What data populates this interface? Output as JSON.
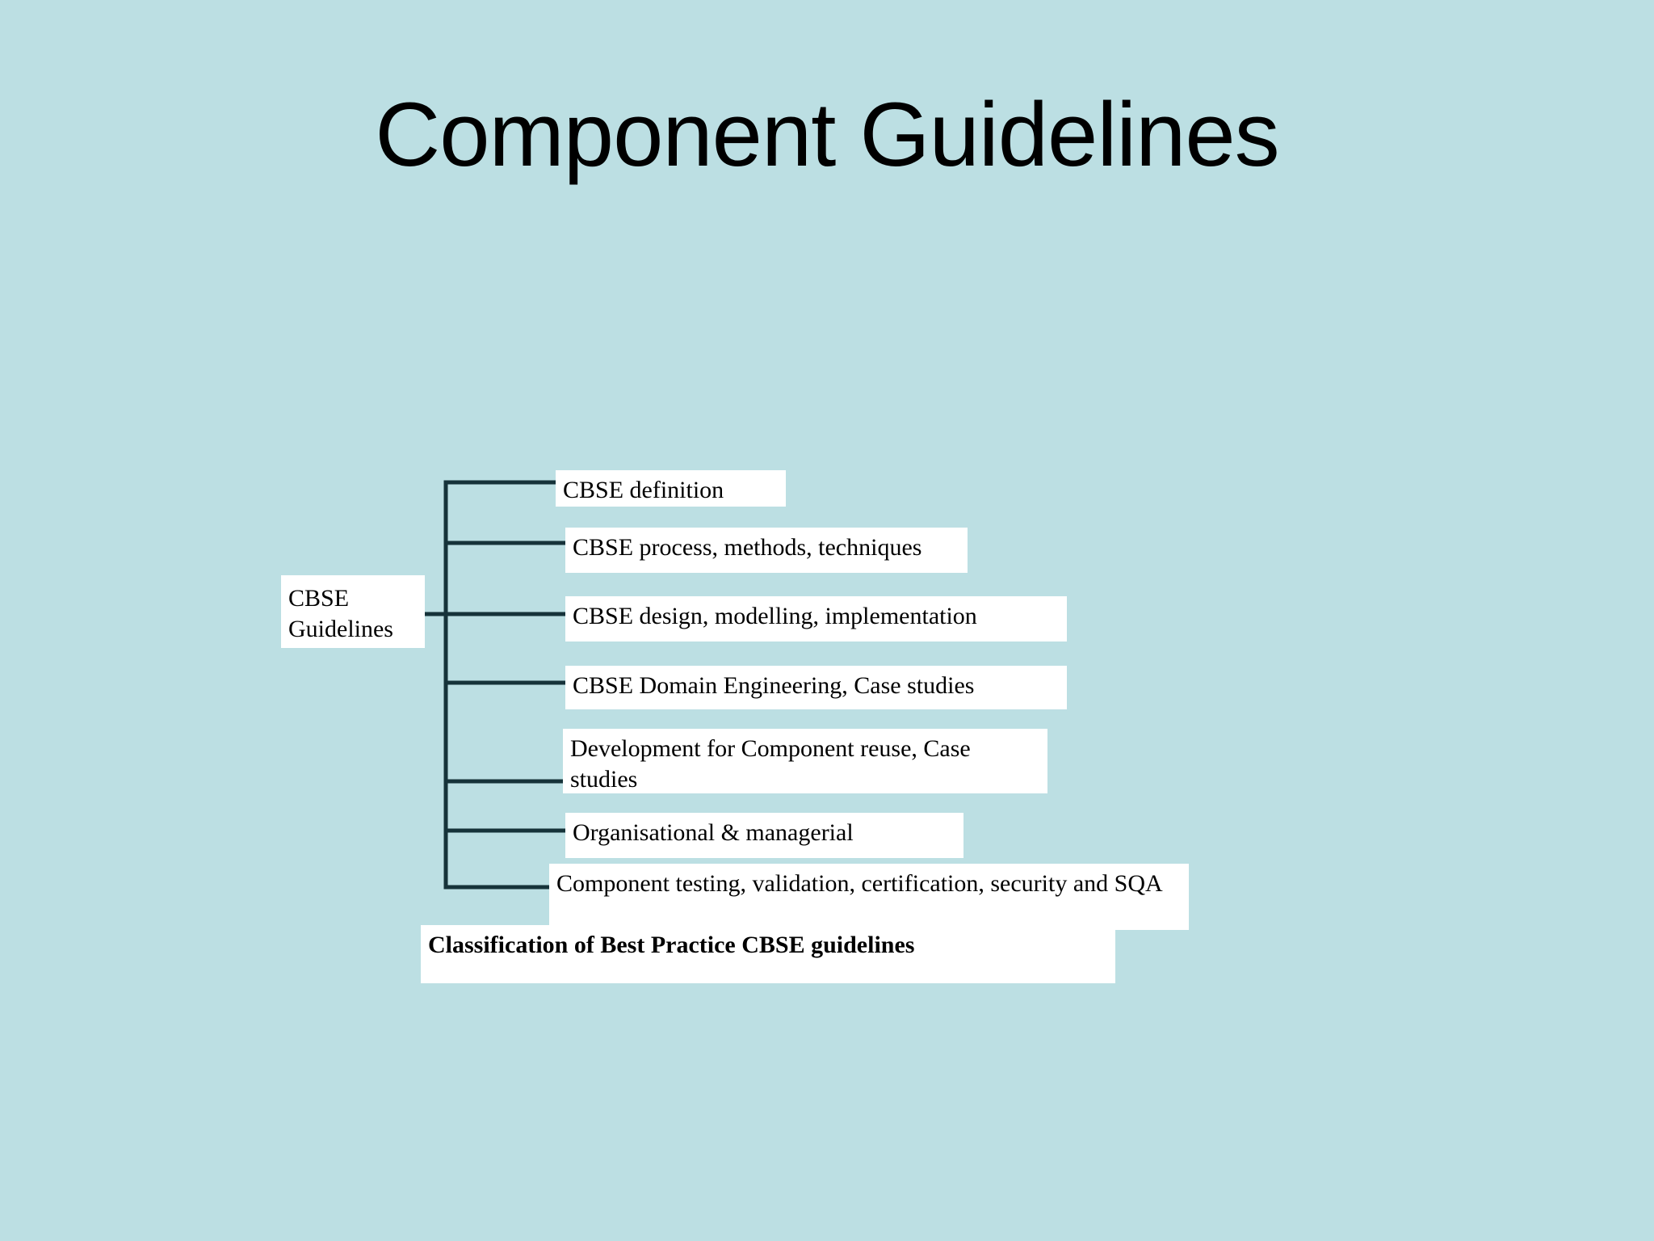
{
  "slide": {
    "title": "Component Guidelines",
    "background_color": "#bcdfe3",
    "box_fill_color": "#ffffff",
    "line_color": "#16333a",
    "text_color": "#000000"
  },
  "diagram": {
    "type": "tree",
    "root": {
      "line1": "CBSE",
      "line2": "Guidelines"
    },
    "branches": [
      {
        "label": "CBSE definition"
      },
      {
        "label": "CBSE process, methods, techniques"
      },
      {
        "label": "CBSE design, modelling, implementation"
      },
      {
        "label": "CBSE Domain Engineering, Case studies"
      },
      {
        "label_line1": "Development for Component reuse, Case",
        "label_line2": "studies"
      },
      {
        "label": "Organisational & managerial"
      },
      {
        "label": "Component testing, validation, certification, security and SQA"
      }
    ],
    "caption": "Classification of Best Practice CBSE guidelines"
  }
}
